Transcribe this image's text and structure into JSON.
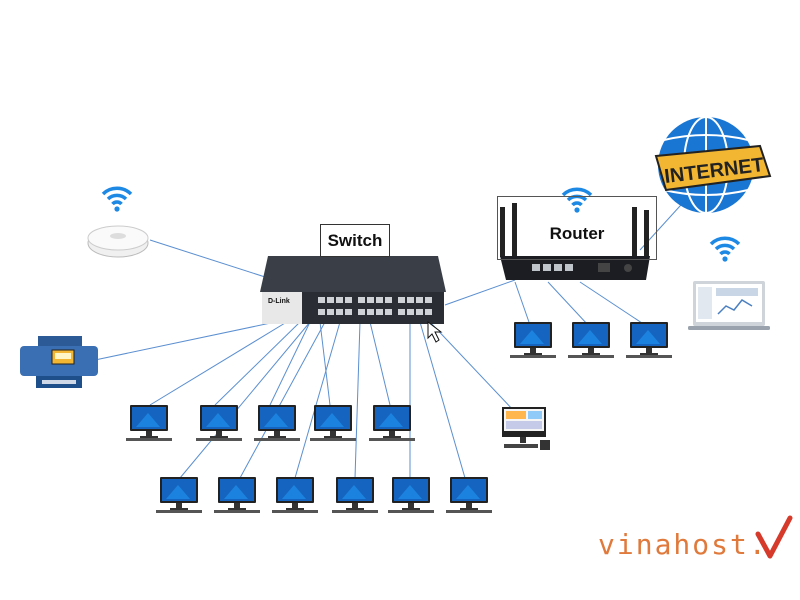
{
  "diagram": {
    "switch_label": "Switch",
    "router_label": "Router",
    "internet_label": "INTERNET",
    "switch_brand": "D-Link",
    "brand": {
      "text": "vinahost.",
      "color": "#e07a3c",
      "accent": "#d63a2a"
    },
    "colors": {
      "link": "#5b8fd0",
      "wifi": "#1e88e5",
      "monitor_screen": "#1565c0",
      "switch_body": "#3a3f47",
      "printer": "#3b6fb3",
      "globe": "#1976d2",
      "banner": "#f2b632"
    }
  }
}
